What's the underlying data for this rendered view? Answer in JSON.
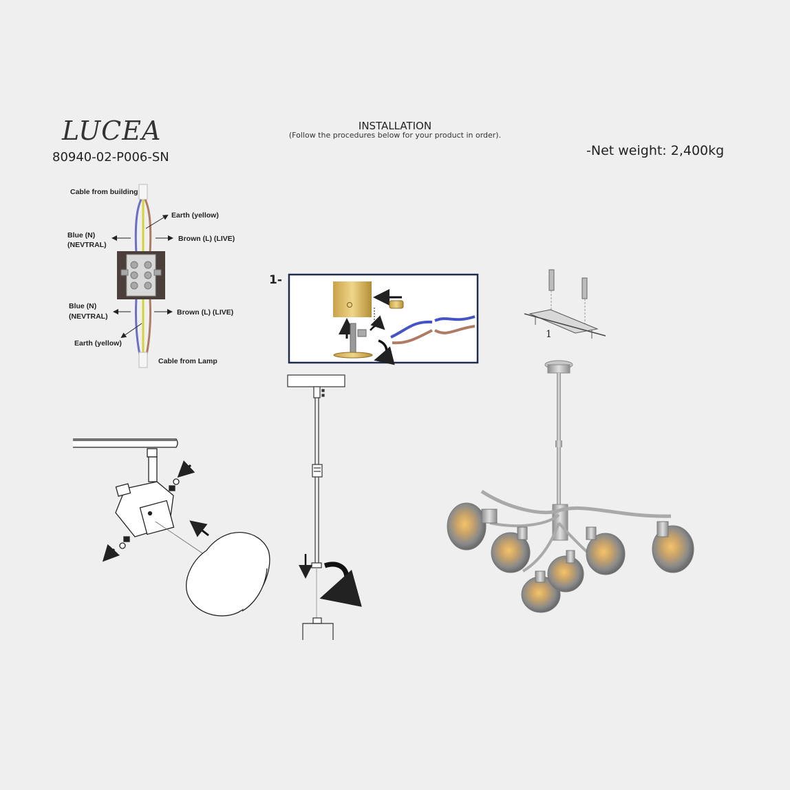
{
  "header": {
    "brand": "LUCEA",
    "model": "80940-02-P006-SN",
    "title": "INSTALLATION",
    "subtitle": "(Follow the procedures below for your product in order).",
    "weight": "-Net weight: 2,400kg"
  },
  "wiring": {
    "cable_building": "Cable from building",
    "earth_top": "Earth (yellow)",
    "blue_top_1": "Blue (N)",
    "blue_top_2": "(NEVTRAL)",
    "brown_top": "Brown (L) (LIVE)",
    "blue_bottom_1": "Blue (N)",
    "blue_bottom_2": "(NEVTRAL)",
    "brown_bottom": "Brown (L) (LIVE)",
    "earth_bottom": "Earth (yellow)",
    "cable_lamp": "Cable from Lamp",
    "colors": {
      "blue": "#6b6fc4",
      "brown": "#b07b63",
      "yellow": "#d6d23a"
    }
  },
  "steps": {
    "step_1": "1-",
    "bracket_label": "1"
  }
}
